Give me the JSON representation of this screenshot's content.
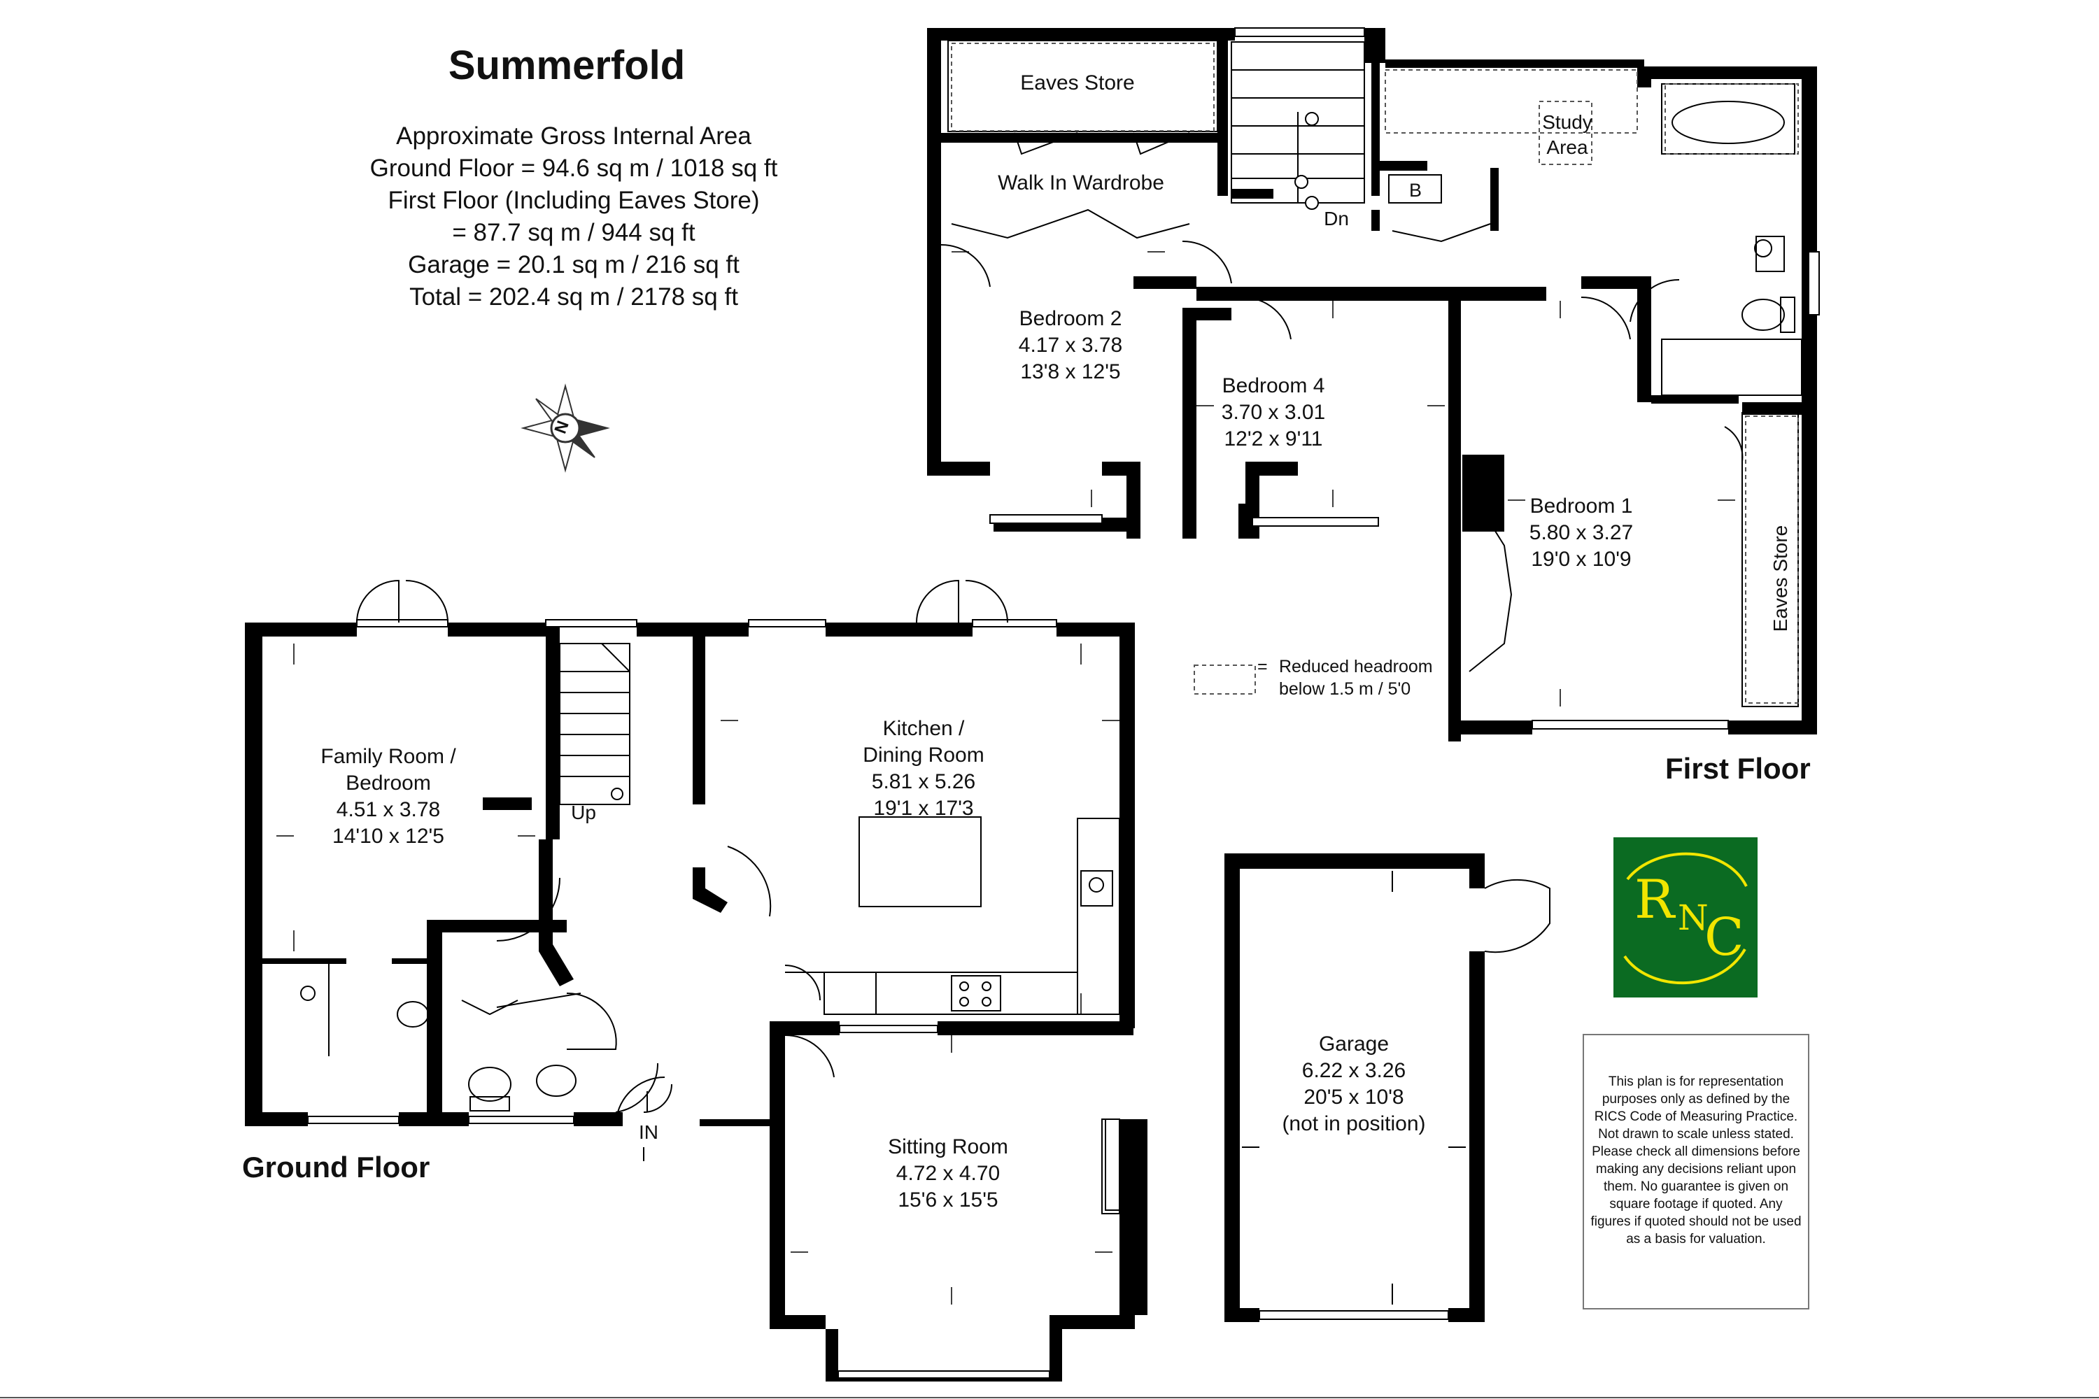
{
  "header": {
    "title": "Summerfold",
    "area_lines": [
      "Approximate Gross Internal Area",
      "Ground Floor = 94.6 sq m / 1018 sq ft",
      "First Floor (Including Eaves Store)",
      "= 87.7 sq m / 944 sq ft",
      "Garage = 20.1 sq m / 216 sq ft",
      "Total = 202.4 sq m / 2178 sq ft"
    ]
  },
  "compass": {
    "letter": "N"
  },
  "floors": {
    "ground": "Ground Floor",
    "first": "First Floor"
  },
  "rooms": {
    "family": {
      "name": [
        "Family Room /",
        "Bedroom"
      ],
      "metric": "4.51 x 3.78",
      "imperial": "14'10 x 12'5"
    },
    "kitchen": {
      "name": [
        "Kitchen /",
        "Dining Room"
      ],
      "metric": "5.81 x 5.26",
      "imperial": "19'1 x 17'3"
    },
    "sitting": {
      "name": [
        "Sitting Room"
      ],
      "metric": "4.72 x 4.70",
      "imperial": "15'6 x 15'5"
    },
    "garage": {
      "name": [
        "Garage"
      ],
      "metric": "6.22 x 3.26",
      "imperial": "20'5 x 10'8",
      "note": "(not in position)"
    },
    "bedroom1": {
      "name": [
        "Bedroom 1"
      ],
      "metric": "5.80 x 3.27",
      "imperial": "19'0 x 10'9"
    },
    "bedroom2": {
      "name": [
        "Bedroom 2"
      ],
      "metric": "4.17 x 3.78",
      "imperial": "13'8 x 12'5"
    },
    "bedroom4": {
      "name": [
        "Bedroom 4"
      ],
      "metric": "3.70 x 3.01",
      "imperial": "12'2 x 9'11"
    }
  },
  "labels": {
    "eaves_store_top": "Eaves Store",
    "eaves_store_side": "Eaves Store",
    "walk_in_wardrobe": "Walk In Wardrobe",
    "study_area": [
      "Study",
      "Area"
    ],
    "boiler": "B",
    "stairs_down": "Dn",
    "stairs_up": "Up",
    "entrance": "IN"
  },
  "legend": {
    "symbol": "=",
    "lines": [
      "Reduced headroom",
      "below 1.5 m / 5'0"
    ]
  },
  "disclaimer": "This plan is for representation purposes only as defined by the RICS Code of Measuring Practice. Not drawn to scale unless stated. Please check all dimensions before making any decisions reliant upon them. No guarantee is given on square footage if quoted. Any figures if quoted should not be used as a basis for valuation.",
  "logo": {
    "letters": [
      "R",
      "N",
      "C"
    ]
  },
  "colors": {
    "wall": "#000000",
    "logo_bg": "#0b6b22",
    "logo_fg": "#f2e600"
  }
}
